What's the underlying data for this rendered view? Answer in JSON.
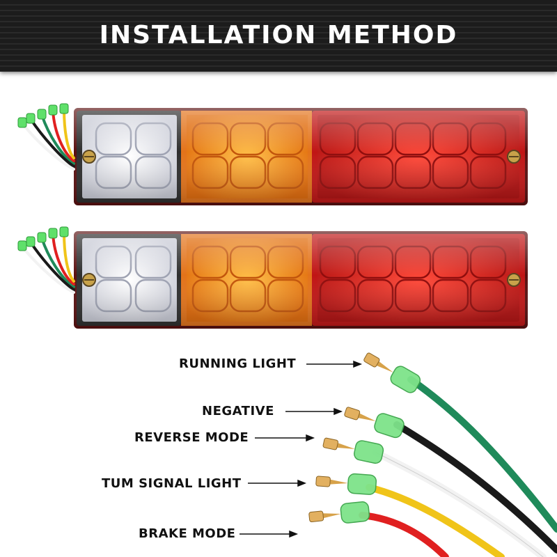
{
  "header": {
    "title": "INSTALLATION METHOD"
  },
  "wires": [
    {
      "label": "RUNNING LIGHT",
      "color": "#1f8a5a"
    },
    {
      "label": "NEGATIVE",
      "color": "#1a1a1a"
    },
    {
      "label": "REVERSE MODE",
      "color": "#f2f2f2"
    },
    {
      "label": "TUM SIGNAL LIGHT",
      "color": "#f0c419"
    },
    {
      "label": "BRAKE MODE",
      "color": "#e02020"
    }
  ],
  "lamp": {
    "sections": [
      "white",
      "amber",
      "red"
    ],
    "colors": {
      "white": "#e8e8ee",
      "amber": "#f08a1a",
      "red": "#d81e1e",
      "housing": "#3a3a3a"
    }
  }
}
